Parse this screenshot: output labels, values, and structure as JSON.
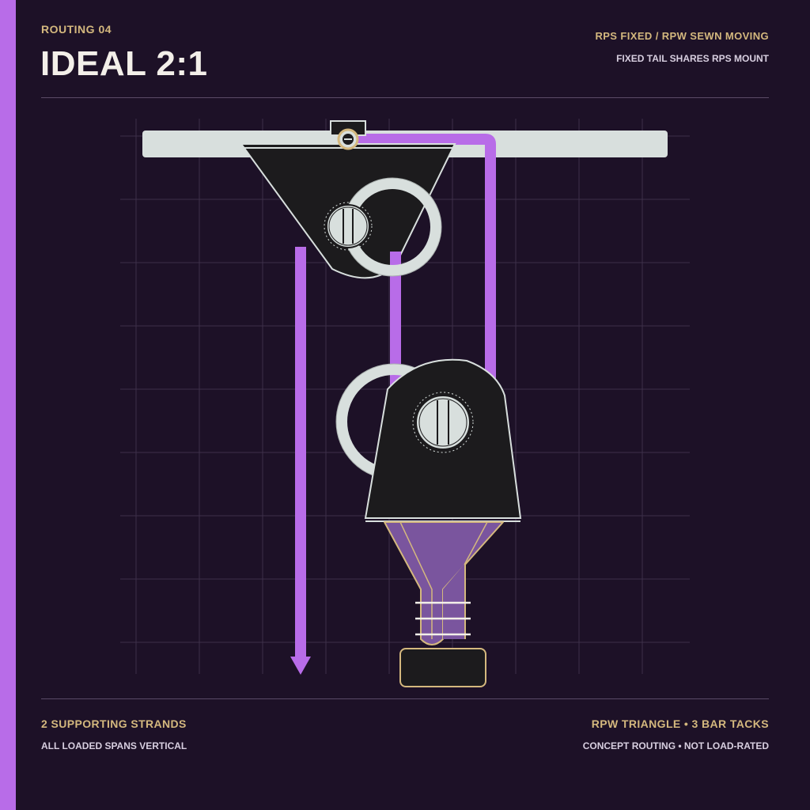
{
  "header": {
    "kicker": "ROUTING 04",
    "title": "IDEAL 2:1",
    "note_primary": "RPS FIXED / RPW SEWN MOVING",
    "note_secondary": "FIXED TAIL SHARES RPS MOUNT"
  },
  "footer": {
    "left_primary": "2 SUPPORTING STRANDS",
    "left_secondary": "ALL LOADED SPANS VERTICAL",
    "right_primary": "RPW TRIANGLE • 3 BAR TACKS",
    "right_secondary": "CONCEPT ROUTING • NOT LOAD-RATED"
  },
  "colors": {
    "background": "#1d1127",
    "accent": "#b86ce8",
    "rope": "#b86ce8",
    "gold": "#d4b87e",
    "hardware": "#d8dfdd",
    "pulley_body": "#1c1b1d",
    "grid": "#3d2f4a",
    "webbing": "#7a559e"
  },
  "diagram": {
    "components": [
      "anchor-beam",
      "fixed-pulley",
      "moving-pulley",
      "sewn-triangle-sling",
      "load-block",
      "pull-strand"
    ],
    "supporting_strands": 2,
    "bar_tacks": 3
  }
}
